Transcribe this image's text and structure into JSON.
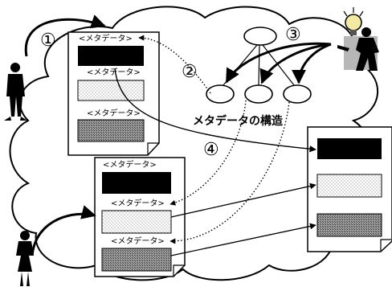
{
  "diagram": {
    "step_markers": [
      "①",
      "②",
      "③",
      "④"
    ],
    "metadata_tag": "<メタデータ>",
    "structure_label": "メタデータの構造",
    "colors": {
      "ink": "#000000",
      "paper": "#ffffff",
      "cloud_fill": "#ffffff",
      "dotted_fill": "#f2f2f2",
      "hatched_fill": "#8c8c8c",
      "accent_yellow": "#f4e9a0"
    }
  }
}
